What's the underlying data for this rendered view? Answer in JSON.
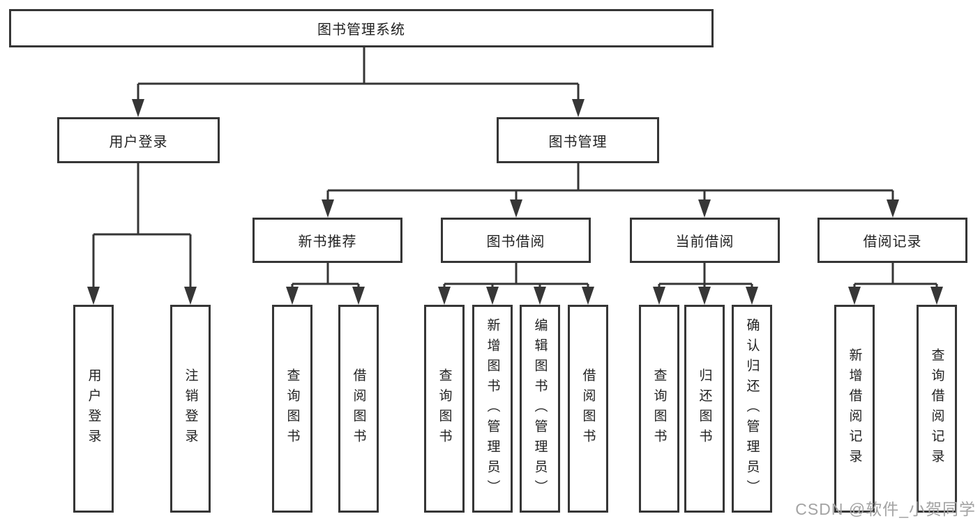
{
  "colors": {
    "background": "#ffffff",
    "line": "#363636",
    "box_border": "#363636",
    "text": "#222222",
    "watermark": "#a3a3a3"
  },
  "tree": {
    "root": {
      "label": "图书管理系统"
    },
    "branches": [
      {
        "label": "用户登录",
        "children": [
          {
            "label": "用户登录"
          },
          {
            "label": "注销登录"
          }
        ]
      },
      {
        "label": "图书管理",
        "children": [
          {
            "label": "新书推荐",
            "children": [
              {
                "label": "查询图书"
              },
              {
                "label": "借阅图书"
              }
            ]
          },
          {
            "label": "图书借阅",
            "children": [
              {
                "label": "查询图书"
              },
              {
                "label": "新增图书（管理员）"
              },
              {
                "label": "编辑图书（管理员）"
              },
              {
                "label": "借阅图书"
              }
            ]
          },
          {
            "label": "当前借阅",
            "children": [
              {
                "label": "查询图书"
              },
              {
                "label": "归还图书"
              },
              {
                "label": "确认归还（管理员）"
              }
            ]
          },
          {
            "label": "借阅记录",
            "children": [
              {
                "label": "新增借阅记录"
              },
              {
                "label": "查询借阅记录"
              }
            ]
          }
        ]
      }
    ]
  },
  "watermark": {
    "text": "CSDN @软件_小贺同学"
  }
}
